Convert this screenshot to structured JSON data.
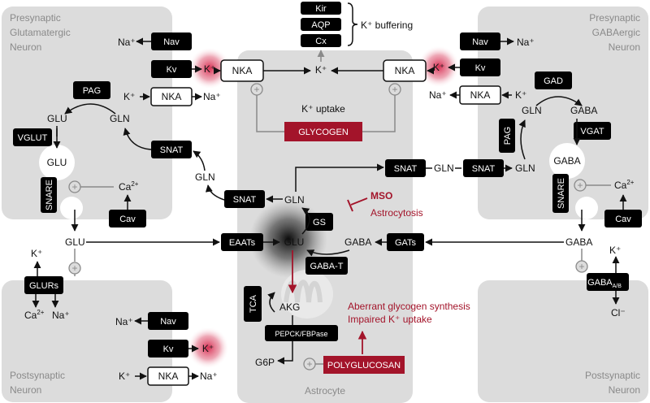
{
  "regions": {
    "presynaptic_glu": [
      "Presynaptic",
      "Glutamatergic",
      "Neuron"
    ],
    "presynaptic_gaba": [
      "Presynaptic",
      "GABAergic",
      "Neuron"
    ],
    "postsynaptic_left": [
      "Postsynaptic",
      "Neuron"
    ],
    "postsynaptic_right": [
      "Postsynaptic",
      "Neuron"
    ],
    "astrocyte": "Astrocyte"
  },
  "ion_labels": {
    "na_plus": "Na⁺",
    "k_plus": "K⁺",
    "ca_2plus": "Ca²⁺",
    "cl_minus": "Cl⁻"
  },
  "buffering": {
    "channels": [
      "Kir",
      "AQP",
      "Cx"
    ],
    "label": "K⁺ buffering"
  },
  "channels": {
    "nav": "Nav",
    "kv": "Kv",
    "nka": "NKA",
    "cav": "Cav"
  },
  "left_neuron": {
    "pag": "PAG",
    "glu": "GLU",
    "gln": "GLN",
    "vglut": "VGLUT",
    "snare": "SNARE",
    "snat": "SNAT"
  },
  "right_neuron": {
    "gad": "GAD",
    "gln": "GLN",
    "gaba": "GABA",
    "pag": "PAG",
    "vgat": "VGAT",
    "snare": "SNARE"
  },
  "astrocyte_parts": {
    "k_uptake": "K⁺ uptake",
    "glycogen": "GLYCOGEN",
    "snat": "SNAT",
    "gln": "GLN",
    "glu": "GLU",
    "gaba": "GABA",
    "gs": "GS",
    "gaba_t": "GABA-T",
    "eaats": "EAATs",
    "gats": "GATs",
    "tca": "TCA",
    "akg": "AKG",
    "pepck": "PEPCK/FBPase",
    "g6p": "G6P",
    "polyglucosan": "POLYGLUCOSAN"
  },
  "synapse": {
    "glu": "GLU",
    "gaba": "GABA",
    "glurs": "GLURs",
    "gaba_r": "GABA",
    "gaba_r_sub": "A/B"
  },
  "annotations": {
    "mso": "MSO",
    "astrocytosis": "Astrocytosis",
    "aberrant_line1": "Aberrant glycogen synthesis",
    "aberrant_line2": "Impaired K⁺ uptake"
  },
  "colors": {
    "region_fill": "#dcdcdc",
    "box_fill": "#000000",
    "accent_red": "#a3142a",
    "glow_red": "#d6254b"
  }
}
